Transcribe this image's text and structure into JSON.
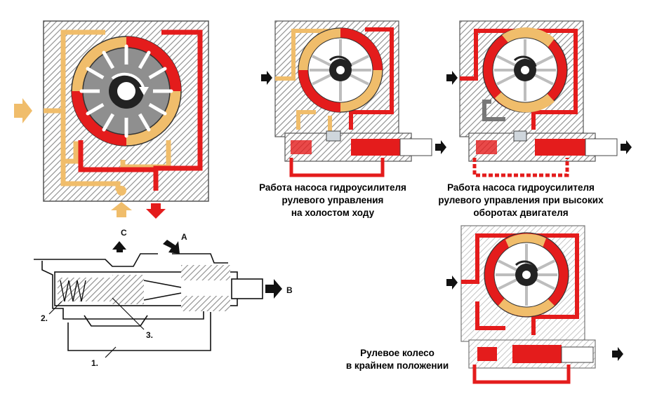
{
  "captions": {
    "idle": [
      "Работа насоса гидроусилителя",
      "рулевого управления",
      "на холостом ходу"
    ],
    "high_rpm": [
      "Работа насоса гидроусилителя",
      "рулевого управления при высоких",
      "оборотах двигателя"
    ],
    "extreme": [
      "Рулевое колесо",
      "в крайнем положении"
    ]
  },
  "valve_labels": {
    "c": "C",
    "a": "A",
    "b": "B",
    "n1": "1.",
    "n2": "2.",
    "n3": "3."
  },
  "colors": {
    "pressure_red": "#e41c1c",
    "suction_orange": "#f0bd6b",
    "housing_hatch": "#8a8a8a",
    "rotor_gray": "#8f8f8f",
    "gray_channel": "#777777"
  },
  "icons": [
    "arrow-icon",
    "rotation-arrow-icon"
  ]
}
